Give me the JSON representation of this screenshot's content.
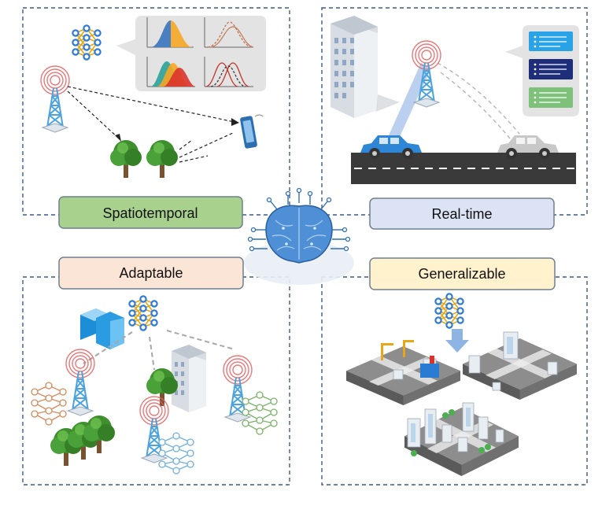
{
  "panels": {
    "top_left": {
      "label": "Spatiotemporal"
    },
    "top_right": {
      "label": "Real-time"
    },
    "bottom_left": {
      "label": "Adaptable"
    },
    "bottom_right": {
      "label": "Generalizable"
    }
  },
  "colors": {
    "border_dash": "#3c5a8c",
    "spatiotemporal_fill": "#a9d18e",
    "realtime_fill": "#dbe3f4",
    "adaptable_fill": "#fbe5d6",
    "generalizable_fill": "#fff2cc",
    "network_blue": "#2e7bd6",
    "network_gold": "#e6a817",
    "tower_blue": "#4aa3df",
    "signal_red": "#e86060",
    "tree_green": "#3f8f2f",
    "car_blue": "#2e86d6",
    "car_gray": "#c8c8c8",
    "road": "#3a3a3a",
    "brain_blue": "#4f8fd6",
    "net_orange": "#d98a5a",
    "net_green": "#7cb36a",
    "net_lightblue": "#6fb0e0"
  },
  "icons": [
    "neural-network-icon",
    "distribution-plot-icon",
    "cell-tower-icon",
    "smartphone-icon",
    "tree-icon",
    "office-building-icon",
    "car-icon",
    "message-card-icon",
    "ai-brain-icon",
    "server-icon",
    "city-block-icon",
    "down-arrow-icon"
  ]
}
